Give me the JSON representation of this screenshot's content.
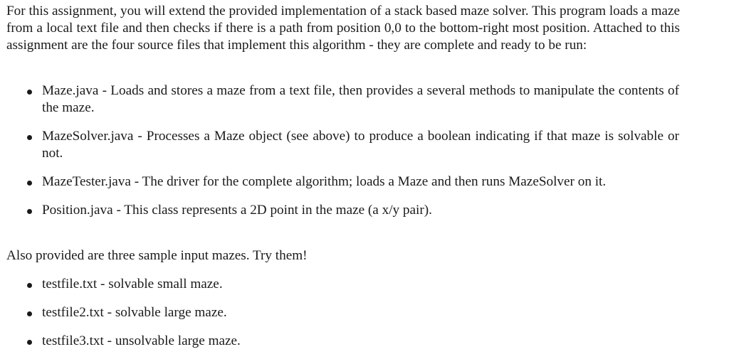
{
  "intro": {
    "text": "For this assignment, you will extend the provided implementation of a stack based maze solver. This program loads a maze from a local text file and then checks if there is a path from position 0,0 to the bottom-right most position. Attached to this assignment are the four source files that implement this algorithm - they are complete and ready to be run:"
  },
  "source_files": [
    {
      "text": "Maze.java - Loads and stores a maze from a text file, then provides a several methods to manipulate the contents of the maze."
    },
    {
      "text": "MazeSolver.java - Processes a Maze object (see above) to produce a boolean indicating if that maze is solvable or not."
    },
    {
      "text": "MazeTester.java - The driver for the complete algorithm; loads a Maze and then runs MazeSolver on it."
    },
    {
      "text": "Position.java - This class represents a 2D point in the maze (a x/y pair)."
    }
  ],
  "sample_intro": {
    "text": "Also provided are three sample input mazes. Try them!"
  },
  "sample_mazes": [
    {
      "text": "testfile.txt - solvable small maze."
    },
    {
      "text": "testfile2.txt - solvable large maze."
    },
    {
      "text": "testfile3.txt - unsolvable large maze."
    }
  ]
}
